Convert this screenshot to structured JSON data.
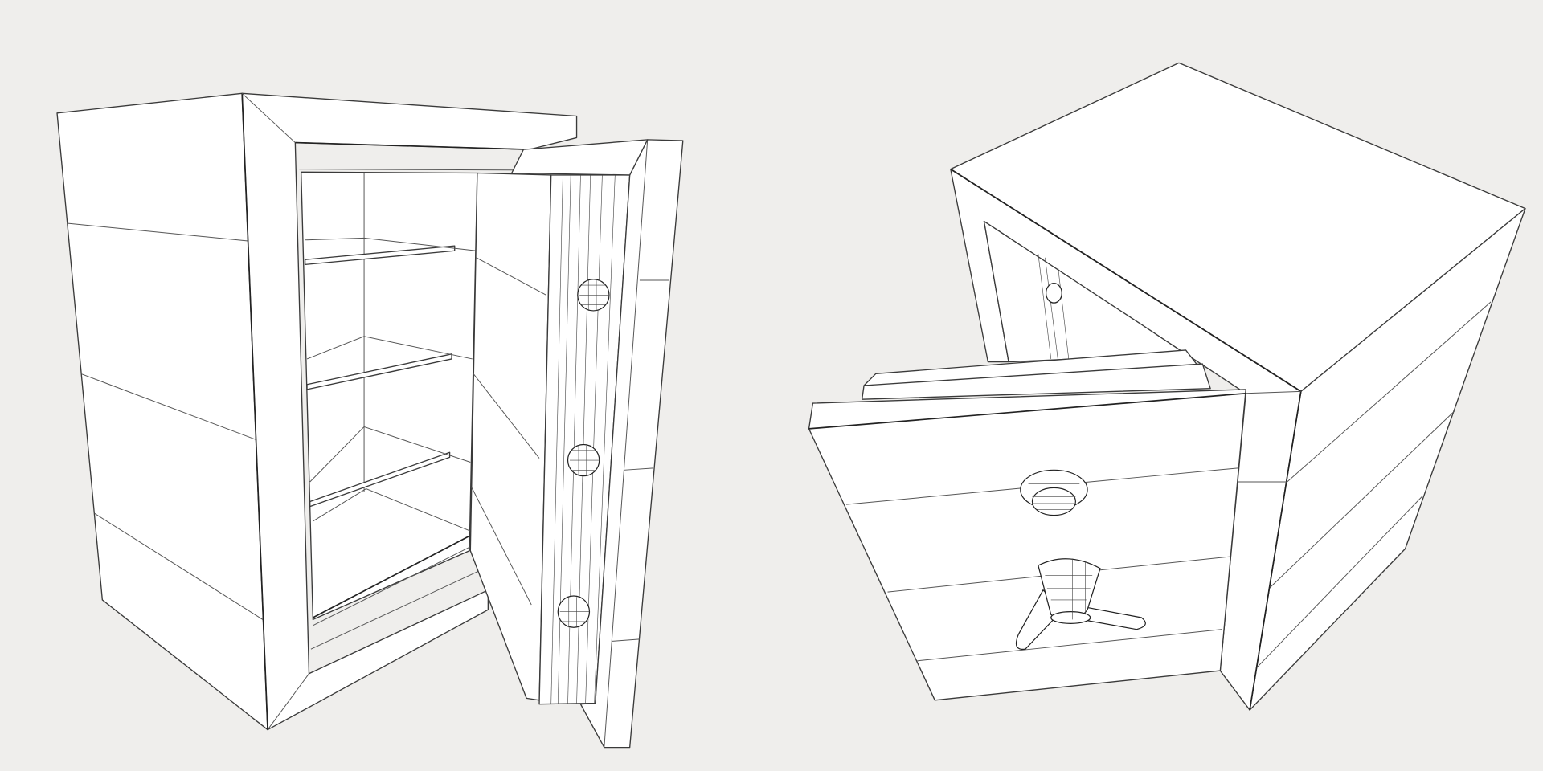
{
  "scene": {
    "background_color": "#efeeec",
    "line_color": "#3a3a3a",
    "surface_color": "#ffffff",
    "objects": [
      {
        "name": "open-safe-front-view",
        "door_state": "open",
        "shelves": 3,
        "door_knobs": 3
      },
      {
        "name": "closed-safe-angled-view",
        "door_state": "ajar",
        "dials": 1,
        "handle_spokes": 3
      }
    ]
  }
}
